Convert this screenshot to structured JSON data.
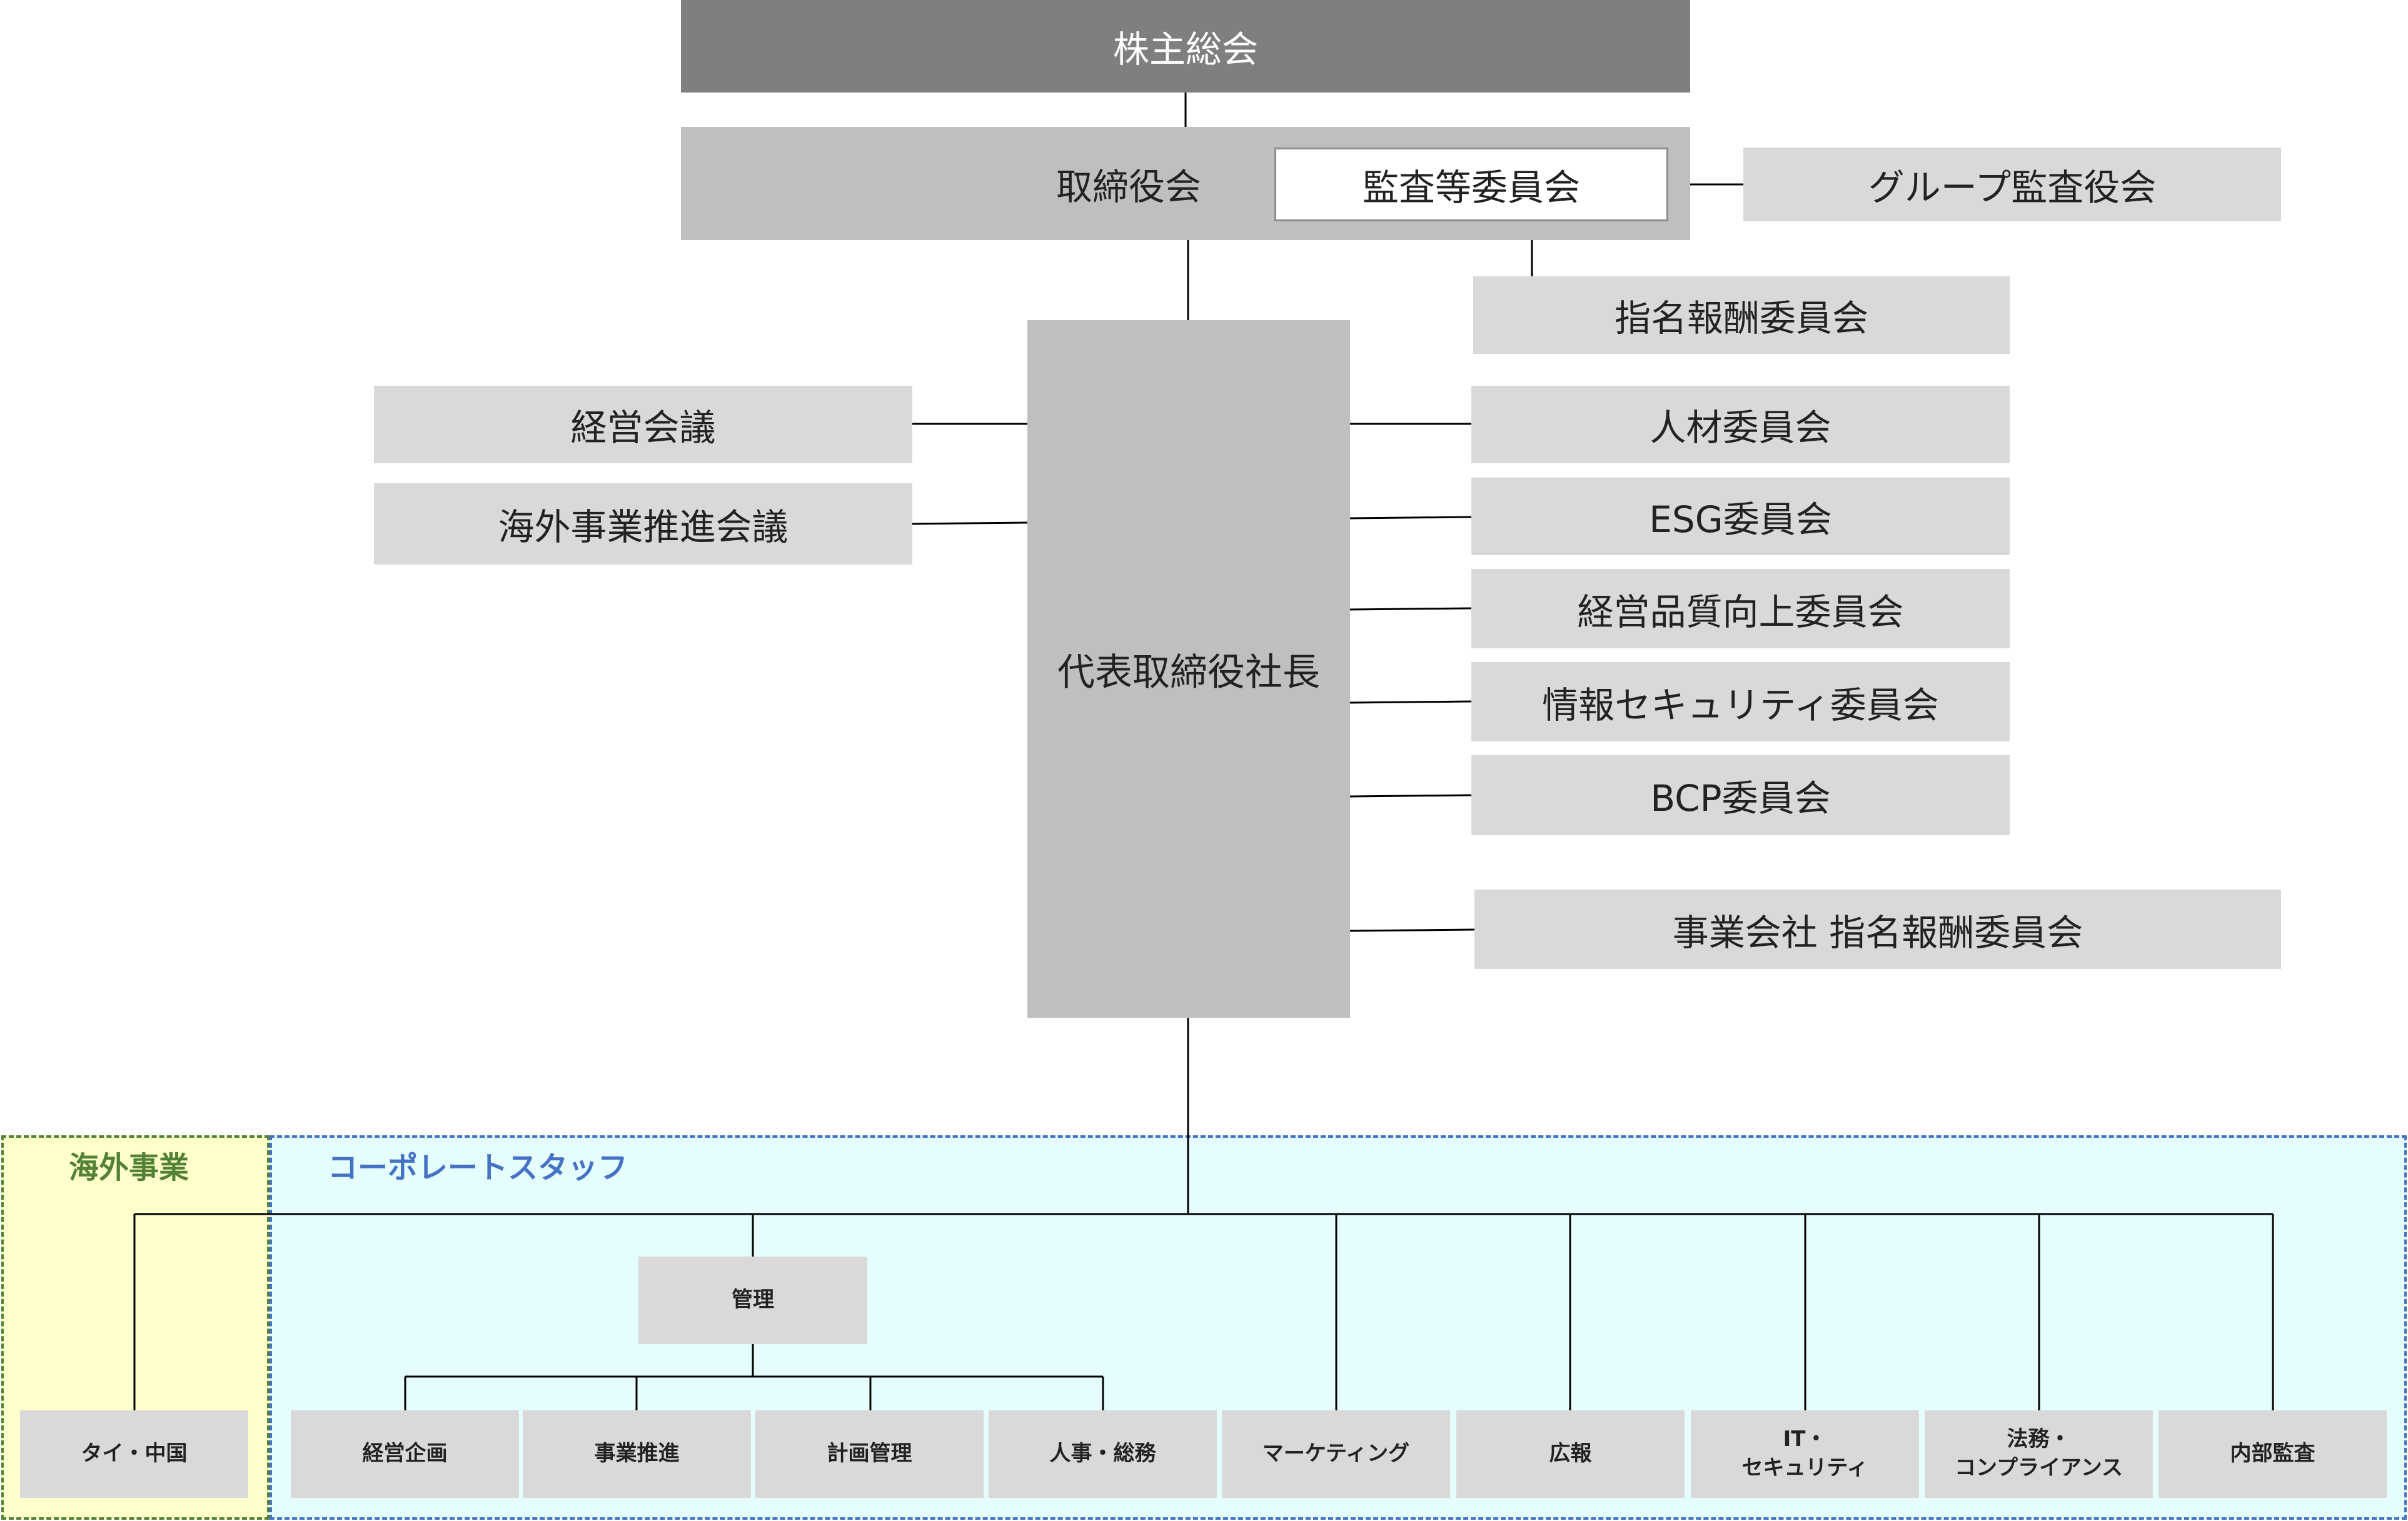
{
  "top": {
    "shareholders": "株主総会",
    "board": "取締役会",
    "audit_committee": "監査等委員会",
    "group_audit": "グループ監査役会",
    "nomination_committee": "指名報酬委員会"
  },
  "president": "代表取締役社長",
  "left_meetings": [
    "経営会議",
    "海外事業推進会議"
  ],
  "right_committees": [
    "人材委員会",
    "ESG委員会",
    "経営品質向上委員会",
    "情報セキュリティ委員会",
    "BCP委員会",
    "事業会社 指名報酬委員会"
  ],
  "regions": {
    "overseas": {
      "title": "海外事業",
      "color": "#538135",
      "fill": "#ffffcc"
    },
    "corporate": {
      "title": "コーポレートスタッフ",
      "color": "#4472c4",
      "fill": "#e6fdfd"
    }
  },
  "management": "管理",
  "units": {
    "overseas": "タイ・中国",
    "management_children": [
      "経営企画",
      "事業推進",
      "計画管理",
      "人事・総務"
    ],
    "others": [
      "マーケティング",
      "広報",
      "IT・\nセキュリティ",
      "法務・\nコンプライアンス",
      "内部監査"
    ]
  }
}
